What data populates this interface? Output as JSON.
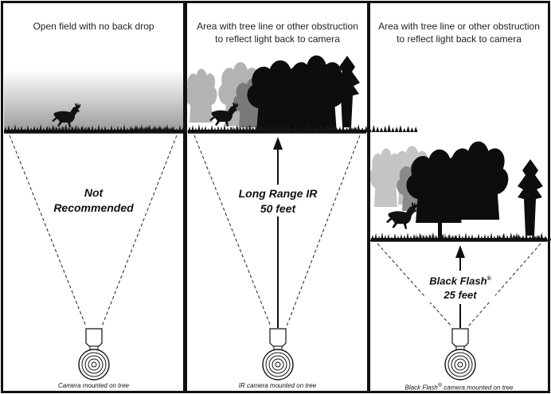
{
  "panels": [
    {
      "header_line1": "Open field with no back drop",
      "header_line2": "",
      "center_line1": "Not",
      "center_line2": "Recommended",
      "caption": "Camera mounted on tree"
    },
    {
      "header_line1": "Area with tree line or other obstruction",
      "header_line2": "to reflect light back to camera",
      "center_line1": "Long Range IR",
      "center_line2": "50 feet",
      "caption": "IR camera mounted on tree"
    },
    {
      "header_line1": "Area with tree line or other obstruction",
      "header_line2": "to reflect light back to camera",
      "center_line1": "Black Flash",
      "center_line1_mark": "®",
      "center_line2": "25 feet",
      "caption_prefix": "Black Flash",
      "caption_mark": "®",
      "caption_suffix": " camera mounted on tree"
    }
  ]
}
